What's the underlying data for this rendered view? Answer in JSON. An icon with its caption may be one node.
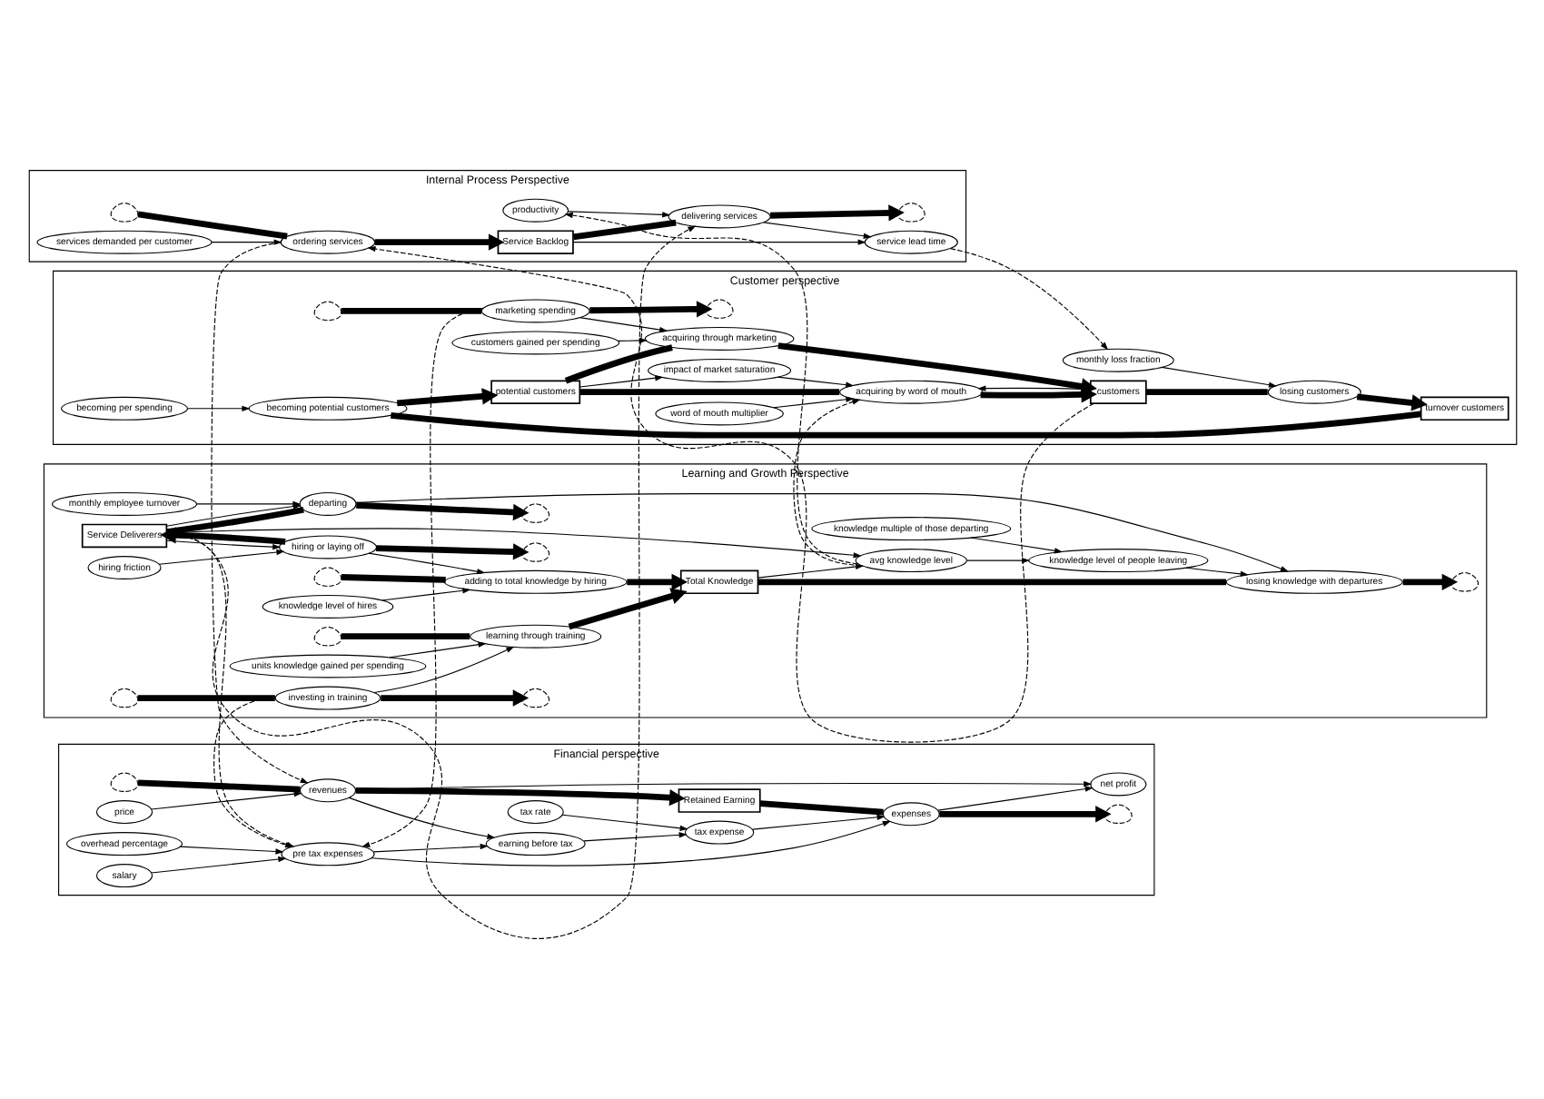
{
  "diagram": {
    "nodes": [
      {
        "text": [
          "Internal Process Perspective"
        ]
      },
      {
        "text": [],
        "shape": "cloud",
        "in": 0
      },
      {
        "text": [
          "Service Backlog"
        ],
        "in": 0
      },
      {
        "text": [],
        "shape": "cloud",
        "in": 0
      },
      {
        "text": [
          "ordering services"
        ],
        "in": 0
      },
      {
        "text": [
          "delivering services"
        ],
        "in": 0
      },
      {
        "text": [
          "productivity"
        ],
        "in": 0
      },
      {
        "text": [
          "services demanded per customer"
        ],
        "in": 0
      },
      {
        "text": [
          "service lead time"
        ],
        "in": 0
      },
      {
        "text": [
          "Financial perspective"
        ]
      },
      {
        "text": [],
        "shape": "cloud",
        "in": 9
      },
      {
        "text": [
          "Retained Earning"
        ],
        "in": 9
      },
      {
        "text": [],
        "shape": "cloud",
        "in": 9
      },
      {
        "text": [
          "price"
        ],
        "in": 9
      },
      {
        "text": [
          "revenues"
        ],
        "in": 9
      },
      {
        "text": [
          "net profit"
        ],
        "in": 9
      },
      {
        "text": [
          "expenses"
        ],
        "in": 9
      },
      {
        "text": [
          "earning before tax"
        ],
        "in": 9
      },
      {
        "text": [
          "tax expense"
        ],
        "in": 9
      },
      {
        "text": [
          "tax rate"
        ],
        "in": 9
      },
      {
        "text": [
          "overhead percentage"
        ],
        "in": 9
      },
      {
        "text": [
          "pre tax expenses"
        ],
        "in": 9
      },
      {
        "text": [
          "salary"
        ],
        "in": 9
      },
      {
        "text": [
          "Learning and Growth Perspective"
        ]
      },
      {
        "text": [],
        "shape": "cloud",
        "in": 23
      },
      {
        "text": [
          "Service Deliverers"
        ],
        "in": 23
      },
      {
        "text": [],
        "shape": "cloud",
        "in": 23
      },
      {
        "text": [
          "hiring friction"
        ],
        "in": 23
      },
      {
        "text": [
          "hiring or laying off"
        ],
        "in": 23
      },
      {
        "text": [
          "departing"
        ],
        "in": 23
      },
      {
        "text": [
          "avg knowledge level"
        ],
        "in": 23
      },
      {
        "text": [
          "monthly employee turnover"
        ],
        "in": 23
      },
      {
        "text": [],
        "shape": "cloud",
        "in": 23
      },
      {
        "text": [
          "Total Knowledge"
        ],
        "in": 23
      },
      {
        "text": [],
        "shape": "cloud",
        "in": 23
      },
      {
        "text": [
          "adding to total knowledge by hiring"
        ],
        "in": 23
      },
      {
        "text": [
          "losing knowledge with departures"
        ],
        "in": 23
      },
      {
        "text": [
          "knowledge level of hires"
        ],
        "in": 23
      },
      {
        "text": [],
        "shape": "cloud",
        "in": 23
      },
      {
        "text": [
          "learning through training"
        ],
        "in": 23
      },
      {
        "text": [
          "knowledge multiple of those departing"
        ],
        "in": 23
      },
      {
        "text": [
          "knowledge level of people leaving"
        ],
        "in": 23
      },
      {
        "text": [],
        "shape": "cloud",
        "in": 23
      },
      {
        "text": [],
        "shape": "cloud",
        "in": 23
      },
      {
        "text": [
          "investing in training"
        ],
        "in": 23
      },
      {
        "text": [
          "units knowledge gained per spending"
        ],
        "in": 23
      },
      {
        "text": [
          "Customer perspective"
        ]
      },
      {
        "text": [
          "becoming per spending"
        ],
        "in": 46
      },
      {
        "text": [
          "turnover customers"
        ],
        "in": 46
      },
      {
        "text": [
          "becoming potential customers"
        ],
        "in": 46
      },
      {
        "text": [
          "potential customers"
        ],
        "in": 46
      },
      {
        "text": [
          "word of mouth multiplier"
        ],
        "in": 46
      },
      {
        "text": [
          "acquiring by word of mouth"
        ],
        "in": 46
      },
      {
        "text": [
          "losing customers"
        ],
        "in": 46
      },
      {
        "text": [
          "impact of market saturation"
        ],
        "in": 46
      },
      {
        "text": [
          "monthly loss fraction"
        ],
        "in": 46
      },
      {
        "text": [
          "customers"
        ],
        "in": 46
      },
      {
        "text": [
          "acquiring through marketing"
        ],
        "in": 46
      },
      {
        "text": [
          "customers gained per spending"
        ],
        "in": 46
      },
      {
        "text": [],
        "shape": "cloud",
        "in": 46
      },
      {
        "text": [
          "marketing spending"
        ],
        "in": 46
      },
      {
        "text": [],
        "shape": "cloud",
        "in": 46
      }
    ],
    "edges": [
      {
        "from": 1,
        "to": 4,
        "arrow": "none",
        "style": "thick"
      },
      {
        "from": 4,
        "to": 2,
        "arrow": "to",
        "style": "thick"
      },
      {
        "from": 2,
        "to": 5,
        "arrow": "none",
        "style": "thick"
      },
      {
        "from": 5,
        "to": 3,
        "arrow": "to",
        "style": "thick"
      },
      {
        "from": 7,
        "to": 4,
        "arrow": "to"
      },
      {
        "from": 2,
        "to": 8,
        "arrow": "to"
      },
      {
        "from": 5,
        "to": 8,
        "arrow": "to"
      },
      {
        "from": 6,
        "to": 5,
        "arrow": "to"
      },
      {
        "from": 10,
        "to": 14,
        "arrow": "none",
        "style": "thick"
      },
      {
        "from": 14,
        "to": 11,
        "arrow": "to",
        "style": "thick"
      },
      {
        "from": 11,
        "to": 16,
        "arrow": "none",
        "style": "thick"
      },
      {
        "from": 16,
        "to": 12,
        "arrow": "to",
        "style": "thick"
      },
      {
        "from": 13,
        "to": 14,
        "arrow": "to"
      },
      {
        "from": 14,
        "to": 15,
        "arrow": "to"
      },
      {
        "from": 16,
        "to": 15,
        "arrow": "to"
      },
      {
        "from": 14,
        "to": 17,
        "arrow": "to"
      },
      {
        "from": 21,
        "to": 17,
        "arrow": "to"
      },
      {
        "from": 17,
        "to": 18,
        "arrow": "to"
      },
      {
        "from": 19,
        "to": 18,
        "arrow": "to"
      },
      {
        "from": 18,
        "to": 16,
        "arrow": "to"
      },
      {
        "from": 21,
        "to": 16,
        "arrow": "to"
      },
      {
        "from": 20,
        "to": 21,
        "arrow": "to"
      },
      {
        "from": 22,
        "to": 21,
        "arrow": "to"
      },
      {
        "from": 28,
        "to": 24,
        "arrow": "to",
        "style": "thick"
      },
      {
        "from": 28,
        "to": 25,
        "arrow": "to",
        "style": "thick"
      },
      {
        "from": 25,
        "to": 29,
        "arrow": "none",
        "style": "thick"
      },
      {
        "from": 29,
        "to": 26,
        "arrow": "to",
        "style": "thick"
      },
      {
        "from": 27,
        "to": 28,
        "arrow": "to"
      },
      {
        "from": 25,
        "to": 28,
        "arrow": "to"
      },
      {
        "from": 25,
        "to": 29,
        "arrow": "to"
      },
      {
        "from": 31,
        "to": 29,
        "arrow": "to"
      },
      {
        "from": 25,
        "to": 30,
        "arrow": "to"
      },
      {
        "from": 33,
        "to": 30,
        "arrow": "to"
      },
      {
        "from": 32,
        "to": 35,
        "arrow": "none",
        "style": "thick"
      },
      {
        "from": 35,
        "to": 33,
        "arrow": "to",
        "style": "thick"
      },
      {
        "from": 33,
        "to": 36,
        "arrow": "none",
        "style": "thick"
      },
      {
        "from": 36,
        "to": 34,
        "arrow": "to",
        "style": "thick"
      },
      {
        "from": 38,
        "to": 39,
        "arrow": "none",
        "style": "thick"
      },
      {
        "from": 39,
        "to": 33,
        "arrow": "to",
        "style": "thick"
      },
      {
        "from": 28,
        "to": 35,
        "arrow": "to"
      },
      {
        "from": 37,
        "to": 35,
        "arrow": "to"
      },
      {
        "from": 29,
        "to": 36,
        "arrow": "to"
      },
      {
        "from": 41,
        "to": 36,
        "arrow": "to"
      },
      {
        "from": 30,
        "to": 41,
        "arrow": "to"
      },
      {
        "from": 40,
        "to": 41,
        "arrow": "to"
      },
      {
        "from": 43,
        "to": 44,
        "arrow": "none",
        "style": "thick"
      },
      {
        "from": 44,
        "to": 42,
        "arrow": "to",
        "style": "thick"
      },
      {
        "from": 44,
        "to": 39,
        "arrow": "to"
      },
      {
        "from": 45,
        "to": 39,
        "arrow": "to"
      },
      {
        "from": 48,
        "to": 49,
        "arrow": "none",
        "style": "thick"
      },
      {
        "from": 49,
        "to": 50,
        "arrow": "to",
        "style": "thick"
      },
      {
        "from": 50,
        "to": 52,
        "arrow": "none",
        "style": "thick"
      },
      {
        "from": 52,
        "to": 56,
        "arrow": "to",
        "style": "thick"
      },
      {
        "from": 50,
        "to": 57,
        "arrow": "none",
        "style": "thick"
      },
      {
        "from": 57,
        "to": 56,
        "arrow": "to",
        "style": "thick"
      },
      {
        "from": 56,
        "to": 53,
        "arrow": "none",
        "style": "thick"
      },
      {
        "from": 53,
        "to": 48,
        "arrow": "to",
        "style": "thick"
      },
      {
        "from": 59,
        "to": 60,
        "arrow": "none",
        "style": "thick"
      },
      {
        "from": 60,
        "to": 61,
        "arrow": "to",
        "style": "thick"
      },
      {
        "from": 47,
        "to": 49,
        "arrow": "to"
      },
      {
        "from": 51,
        "to": 52,
        "arrow": "to"
      },
      {
        "from": 50,
        "to": 54,
        "arrow": "to"
      },
      {
        "from": 54,
        "to": 52,
        "arrow": "to"
      },
      {
        "from": 56,
        "to": 52,
        "arrow": "to"
      },
      {
        "from": 55,
        "to": 53,
        "arrow": "to"
      },
      {
        "from": 58,
        "to": 57,
        "arrow": "to"
      },
      {
        "from": 60,
        "to": 57,
        "arrow": "to"
      },
      {
        "from": 25,
        "to": 5,
        "arrow": "to",
        "style": "dashed"
      },
      {
        "from": 30,
        "to": 6,
        "arrow": "to",
        "style": "dashed"
      },
      {
        "from": 56,
        "to": 4,
        "arrow": "to",
        "style": "dashed"
      },
      {
        "from": 4,
        "to": 14,
        "arrow": "to",
        "style": "dashed"
      },
      {
        "from": 25,
        "to": 21,
        "arrow": "to",
        "style": "dashed"
      },
      {
        "from": 44,
        "to": 21,
        "arrow": "to",
        "style": "dashed"
      },
      {
        "from": 60,
        "to": 21,
        "arrow": "to",
        "style": "dashed"
      },
      {
        "from": 8,
        "to": 55,
        "arrow": "to",
        "style": "dashed"
      },
      {
        "from": 30,
        "to": 52,
        "arrow": "to",
        "style": "dashed"
      }
    ]
  }
}
